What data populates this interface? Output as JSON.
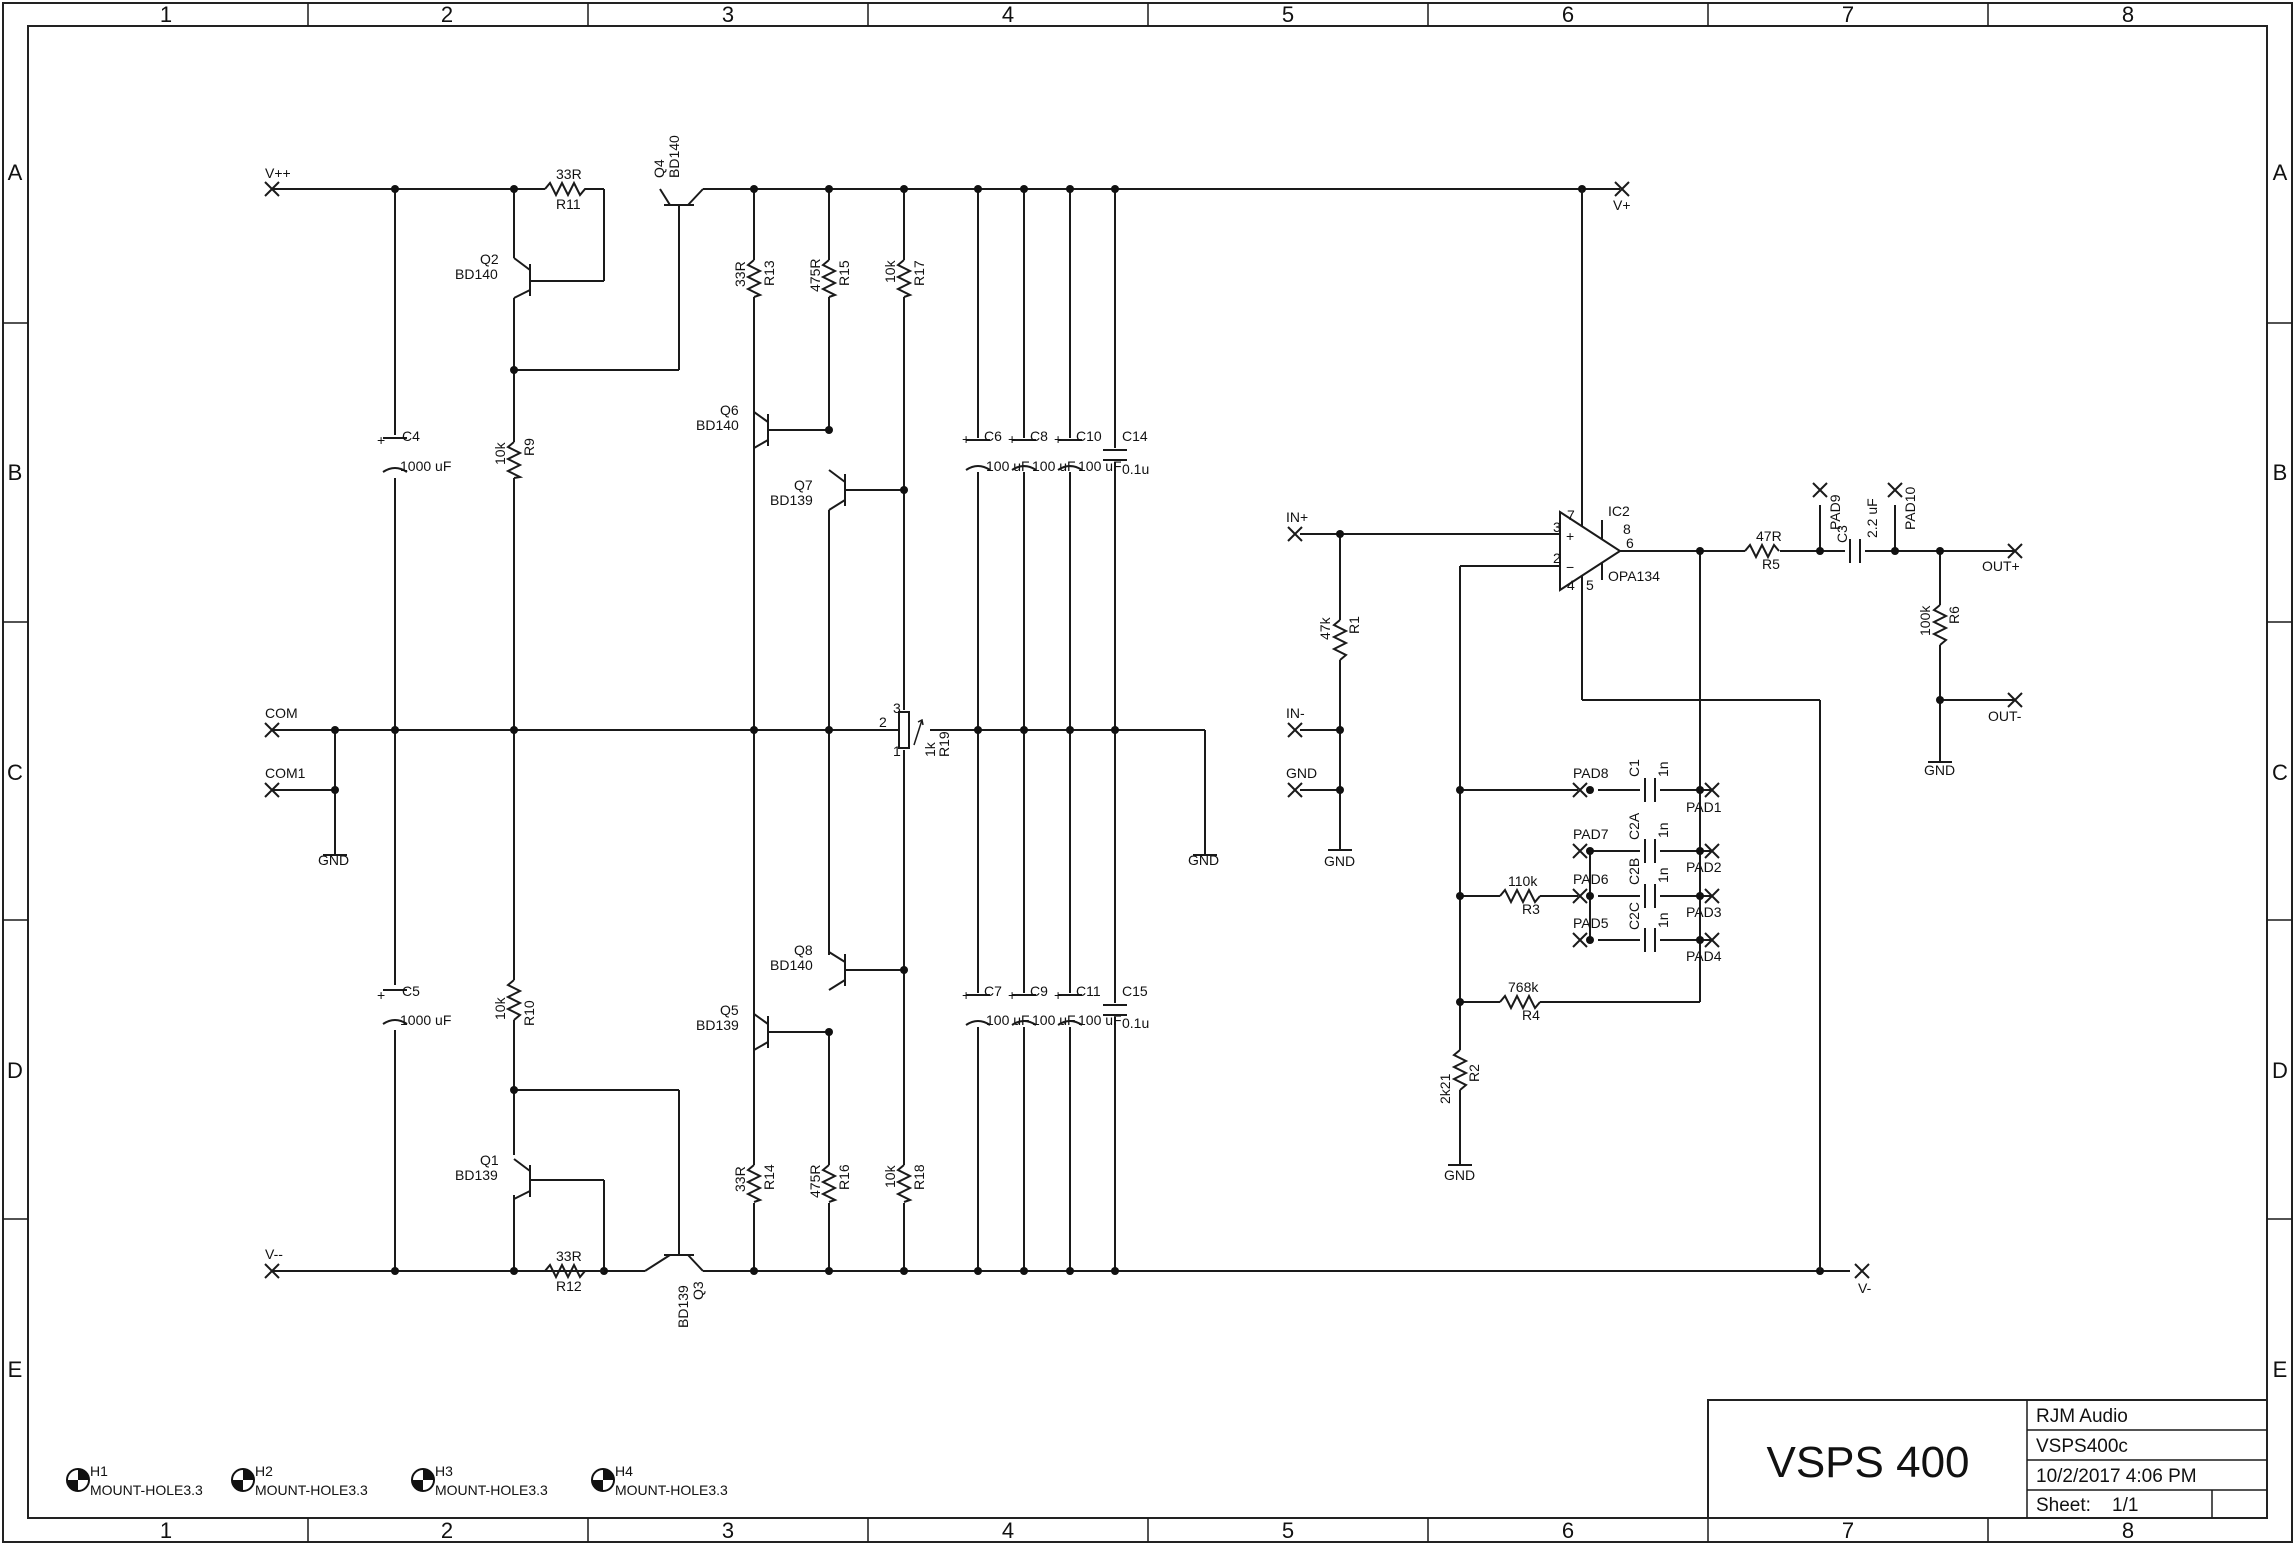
{
  "frame": {
    "columns": [
      "1",
      "2",
      "3",
      "4",
      "5",
      "6",
      "7",
      "8"
    ],
    "rows": [
      "A",
      "B",
      "C",
      "D",
      "E"
    ]
  },
  "title_block": {
    "title": "VSPS 400",
    "company": "RJM Audio",
    "file": "VSPS400c",
    "date": "10/2/2017 4:06 PM",
    "sheet_label": "Sheet:",
    "sheet_value": "1/1"
  },
  "nets": {
    "vpp": "V++",
    "vmm": "V--",
    "com": "COM",
    "com1": "COM1",
    "gnd": "GND",
    "vplus": "V+",
    "vminus": "V-",
    "in_plus": "IN+",
    "in_minus": "IN-",
    "out_plus": "OUT+",
    "out_minus": "OUT-"
  },
  "components": {
    "r11": {
      "ref": "R11",
      "value": "33R"
    },
    "r12": {
      "ref": "R12",
      "value": "33R"
    },
    "r9": {
      "ref": "R9",
      "value": "10k"
    },
    "r10": {
      "ref": "R10",
      "value": "10k"
    },
    "r13": {
      "ref": "R13",
      "value": "33R"
    },
    "r14": {
      "ref": "R14",
      "value": "33R"
    },
    "r15": {
      "ref": "R15",
      "value": "475R"
    },
    "r16": {
      "ref": "R16",
      "value": "475R"
    },
    "r17": {
      "ref": "R17",
      "value": "10k"
    },
    "r18": {
      "ref": "R18",
      "value": "10k"
    },
    "r19": {
      "ref": "R19",
      "value": "1k",
      "pin1": "1",
      "pin2": "2",
      "pin3": "3"
    },
    "q1": {
      "ref": "Q1",
      "value": "BD139"
    },
    "q2": {
      "ref": "Q2",
      "value": "BD140"
    },
    "q3": {
      "ref": "Q3",
      "value": "BD139"
    },
    "q4": {
      "ref": "Q4",
      "value": "BD140"
    },
    "q5": {
      "ref": "Q5",
      "value": "BD139"
    },
    "q6": {
      "ref": "Q6",
      "value": "BD140"
    },
    "q7": {
      "ref": "Q7",
      "value": "BD139"
    },
    "q8": {
      "ref": "Q8",
      "value": "BD140"
    },
    "c4": {
      "ref": "C4",
      "value": "1000 uF"
    },
    "c5": {
      "ref": "C5",
      "value": "1000 uF"
    },
    "c6": {
      "ref": "C6",
      "value": "100 uF"
    },
    "c7": {
      "ref": "C7",
      "value": "100 uF"
    },
    "c8": {
      "ref": "C8",
      "value": "100 uF"
    },
    "c9": {
      "ref": "C9",
      "value": "100 uF"
    },
    "c10": {
      "ref": "C10",
      "value": "100 uF"
    },
    "c11": {
      "ref": "C11",
      "value": "100 uF"
    },
    "c14": {
      "ref": "C14",
      "value": "0.1u"
    },
    "c15": {
      "ref": "C15",
      "value": "0.1u"
    },
    "r1": {
      "ref": "R1",
      "value": "47k"
    },
    "r2": {
      "ref": "R2",
      "value": "2k21"
    },
    "r3": {
      "ref": "R3",
      "value": "110k"
    },
    "r4": {
      "ref": "R4",
      "value": "768k"
    },
    "r5": {
      "ref": "R5",
      "value": "47R"
    },
    "r6": {
      "ref": "R6",
      "value": "100k"
    },
    "c1": {
      "ref": "C1",
      "value": "1n"
    },
    "c2a": {
      "ref": "C2A",
      "value": "1n"
    },
    "c2b": {
      "ref": "C2B",
      "value": "1n"
    },
    "c2c": {
      "ref": "C2C",
      "value": "1n"
    },
    "c3": {
      "ref": "C3",
      "value": "2.2 uF"
    },
    "ic2": {
      "ref": "IC2",
      "value": "OPA134",
      "pin2": "2",
      "pin3": "3",
      "pin4": "4",
      "pin5": "5",
      "pin6": "6",
      "pin7": "7",
      "pin8": "8"
    },
    "pads": [
      "PAD1",
      "PAD2",
      "PAD3",
      "PAD4",
      "PAD5",
      "PAD6",
      "PAD7",
      "PAD8",
      "PAD9",
      "PAD10"
    ],
    "holes": [
      {
        "ref": "H1",
        "value": "MOUNT-HOLE3.3"
      },
      {
        "ref": "H2",
        "value": "MOUNT-HOLE3.3"
      },
      {
        "ref": "H3",
        "value": "MOUNT-HOLE3.3"
      },
      {
        "ref": "H4",
        "value": "MOUNT-HOLE3.3"
      }
    ]
  }
}
